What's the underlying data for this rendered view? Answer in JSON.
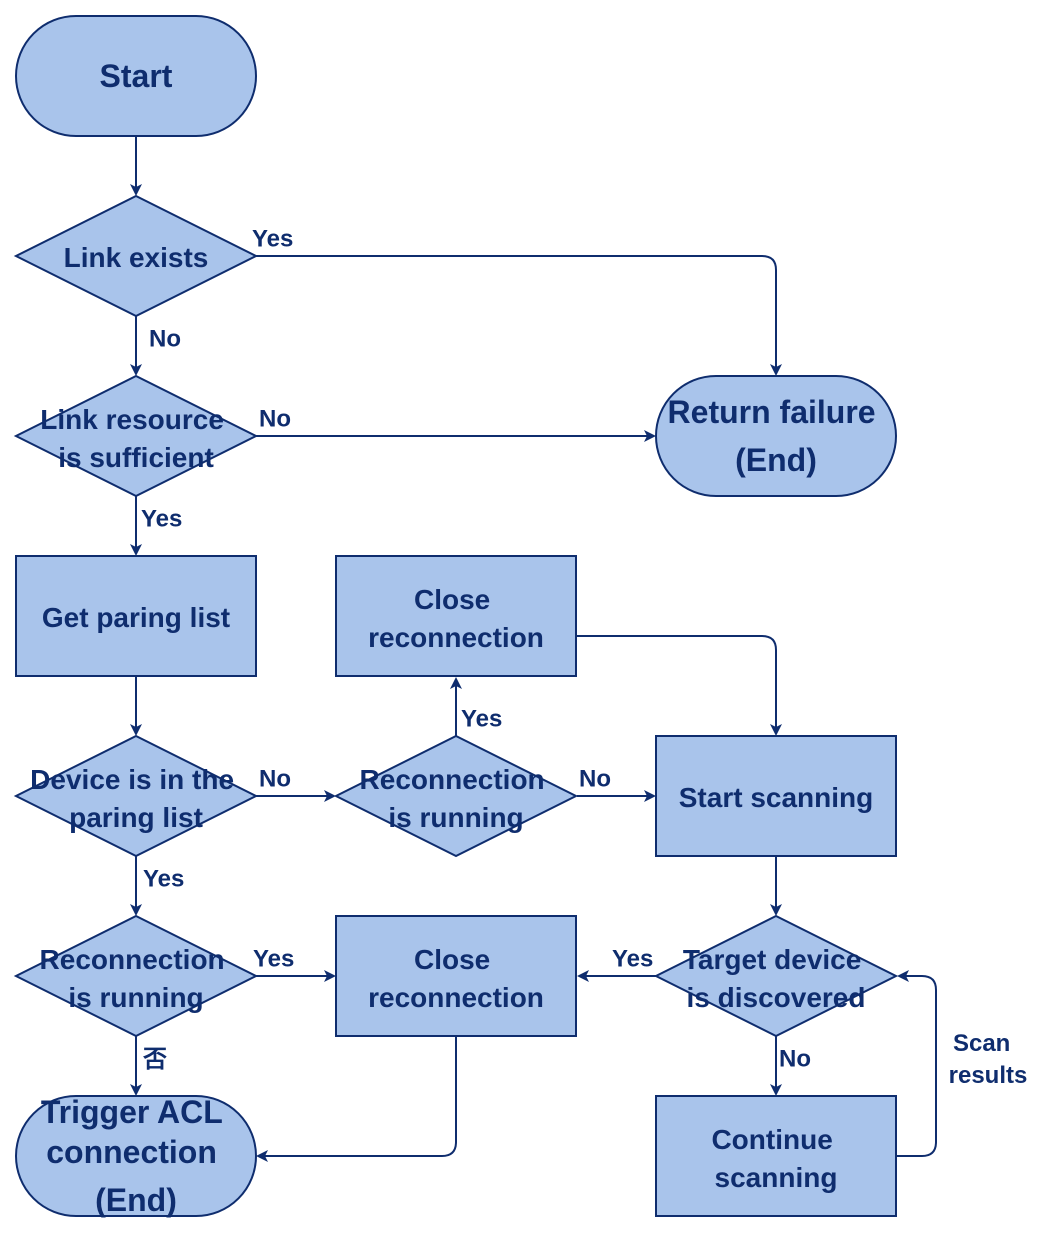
{
  "colors": {
    "fill": "#a9c4eb",
    "stroke": "#0f2d6e",
    "text": "#0f2d6e",
    "background": "#ffffff"
  },
  "nodes": {
    "start": [
      "Start"
    ],
    "link_exists": [
      "Link exists"
    ],
    "link_resource": [
      "Link resource",
      "is sufficient"
    ],
    "return_failure": [
      "Return failure",
      "(End)"
    ],
    "get_paring_list": [
      "Get paring list"
    ],
    "close_reconnection_top": [
      "Close",
      "reconnection"
    ],
    "device_in_list": [
      "Device is in the",
      "paring list"
    ],
    "reconnection_running_mid": [
      "Reconnection",
      "is running"
    ],
    "start_scanning": [
      "Start scanning"
    ],
    "reconnection_running_low": [
      "Reconnection",
      "is running"
    ],
    "close_reconnection_low": [
      "Close",
      "reconnection"
    ],
    "target_discovered": [
      "Target device",
      "is discovered"
    ],
    "trigger_acl": [
      "Trigger ACL",
      "connection",
      "(End)"
    ],
    "continue_scanning": [
      "Continue",
      "scanning"
    ]
  },
  "edge_labels": {
    "link_exists_yes": "Yes",
    "link_exists_no": "No",
    "link_resource_no": "No",
    "link_resource_yes": "Yes",
    "reconnection_mid_yes": "Yes",
    "device_in_list_no": "No",
    "reconnection_mid_no": "No",
    "device_in_list_yes": "Yes",
    "reconnection_low_yes": "Yes",
    "target_yes": "Yes",
    "reconnection_low_no": "否",
    "target_no": "No",
    "scan_results": [
      "Scan",
      "results"
    ]
  }
}
